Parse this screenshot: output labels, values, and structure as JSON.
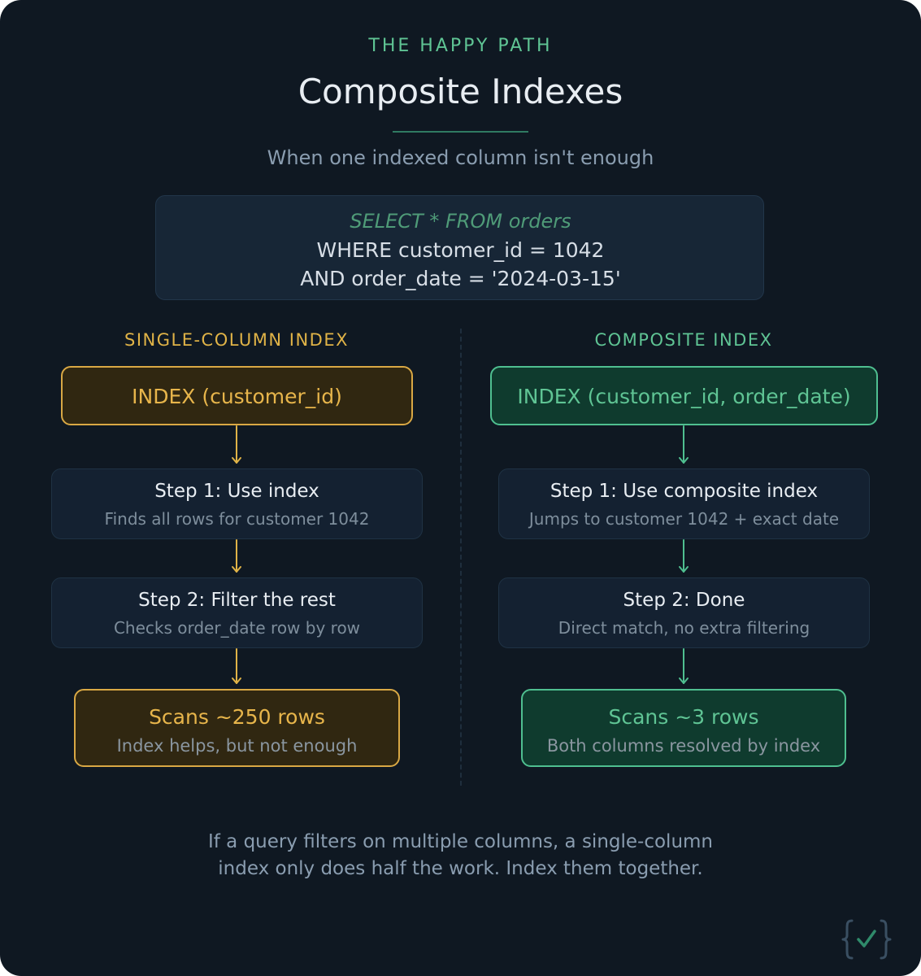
{
  "header": {
    "eyebrow": "THE HAPPY PATH",
    "title": "Composite Indexes",
    "subtitle": "When one indexed column isn't enough"
  },
  "query": {
    "line1": "SELECT * FROM orders",
    "line2": "WHERE customer_id = 1042",
    "line3": "AND order_date = '2024-03-15'"
  },
  "left": {
    "heading": "SINGLE-COLUMN INDEX",
    "index_label": "INDEX (customer_id)",
    "step1": {
      "title": "Step 1: Use index",
      "detail": "Finds all rows for customer 1042"
    },
    "step2": {
      "title": "Step 2: Filter the rest",
      "detail": "Checks order_date row by row"
    },
    "result": {
      "title": "Scans ~250 rows",
      "detail": "Index helps, but not enough"
    }
  },
  "right": {
    "heading": "COMPOSITE INDEX",
    "index_label": "INDEX (customer_id, order_date)",
    "step1": {
      "title": "Step 1: Use composite index",
      "detail": "Jumps to customer 1042 + exact date"
    },
    "step2": {
      "title": "Step 2: Done",
      "detail": "Direct match, no extra filtering"
    },
    "result": {
      "title": "Scans ~3 rows",
      "detail": "Both columns resolved by index"
    }
  },
  "footer": {
    "line1": "If a query filters on multiple columns, a single-column",
    "line2": "index only does half the work. Index them together."
  },
  "logo": {
    "icon": "braces-check-icon"
  },
  "colors": {
    "background": "#0f1822",
    "amber_accent": "#e7b54b",
    "green_accent": "#5fc494"
  }
}
